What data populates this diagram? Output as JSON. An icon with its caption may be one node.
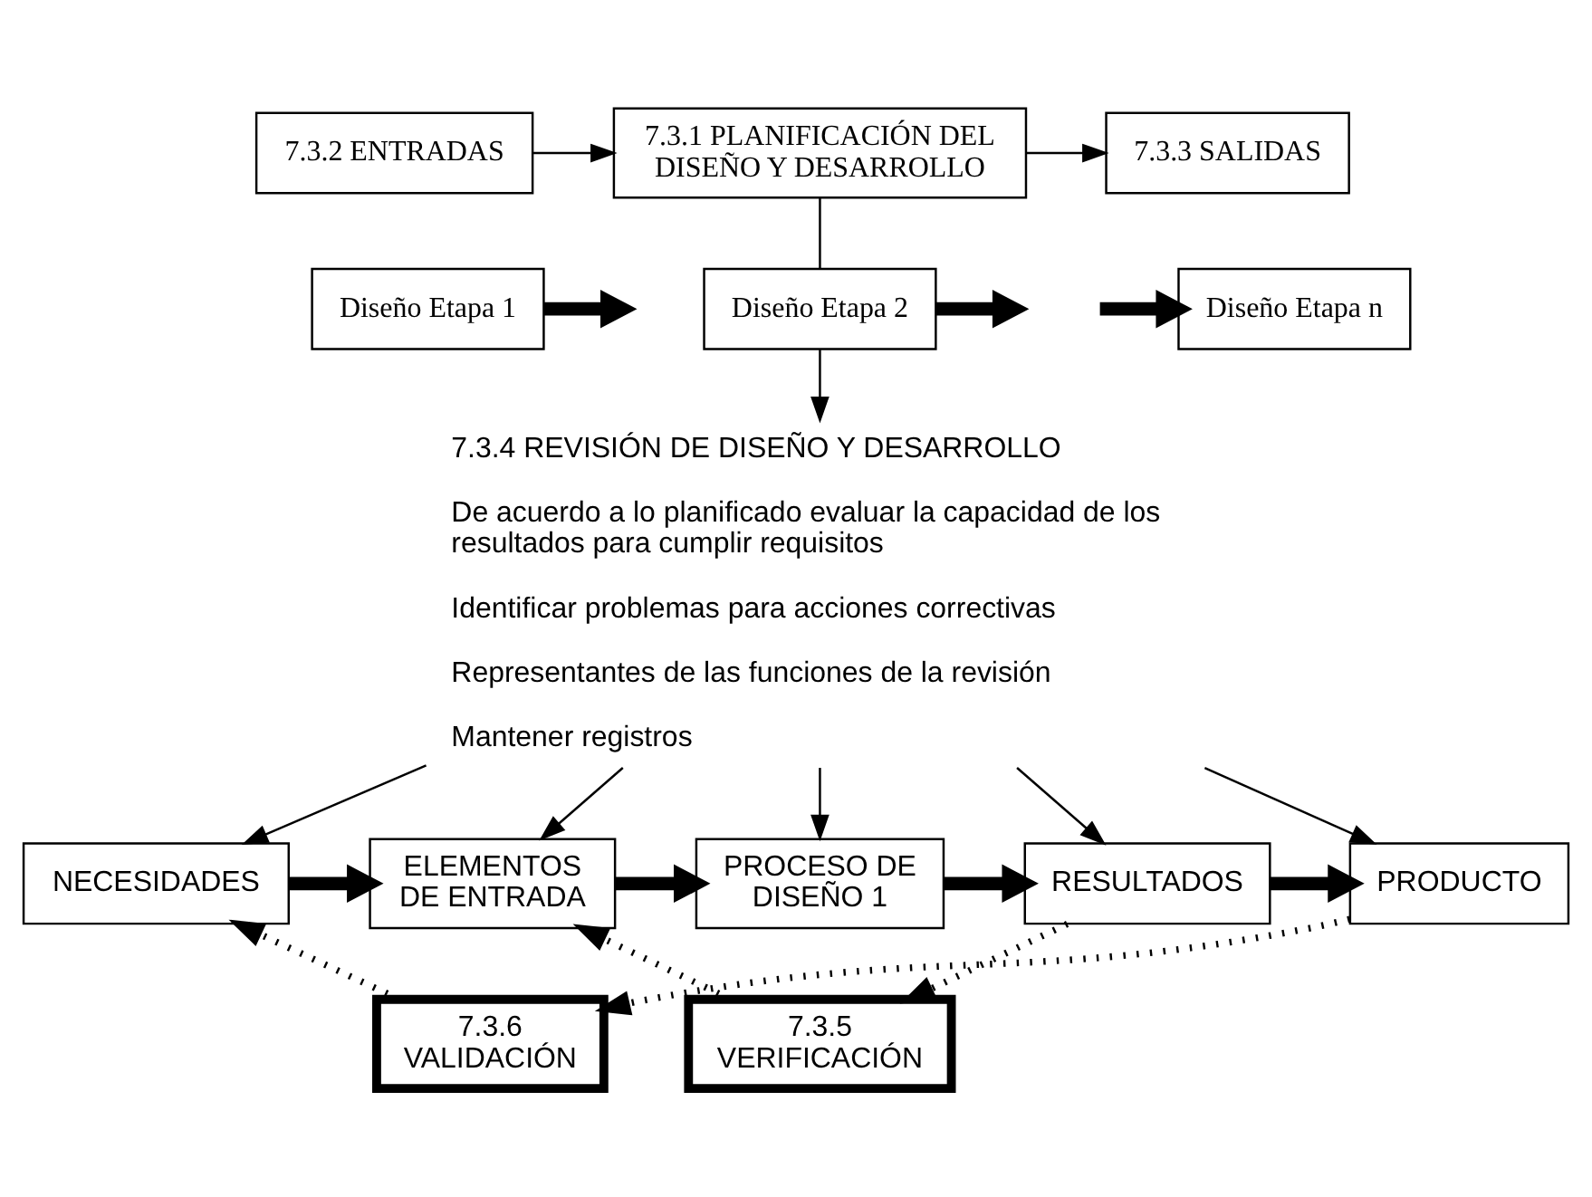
{
  "diagram": {
    "nodes": [
      {
        "text": [
          "7.3.2 ENTRADAS"
        ]
      },
      {
        "text": [
          "7.3.1 PLANIFICACIÓN DEL DISEÑO Y DESARROLLO"
        ]
      },
      {
        "text": [
          "7.3.3 SALIDAS"
        ]
      },
      {
        "text": [
          "Diseño Etapa 1"
        ]
      },
      {
        "text": [
          "Diseño Etapa 2"
        ]
      },
      {
        "text": [
          "Diseño Etapa n"
        ]
      },
      {
        "text": [
          "7.3.4 REVISIÓN DE DISEÑO Y DESARROLLO",
          "De acuerdo a lo planificado evaluar la capacidad de los resultados para cumplir requisitos",
          "Identificar problemas para acciones correctivas",
          "Representantes de las funciones de la revisión",
          "Mantener registros"
        ]
      },
      {
        "text": [
          "NECESIDADES"
        ]
      },
      {
        "text": [
          "ELEMENTOS DE ENTRADA"
        ]
      },
      {
        "text": [
          "PROCESO DE DISEÑO 1"
        ]
      },
      {
        "text": [
          "RESULTADOS"
        ]
      },
      {
        "text": [
          "PRODUCTO"
        ]
      },
      {
        "text": [
          "7.3.5 VERIFICACIÓN"
        ]
      },
      {
        "text": [
          "7.3.6 VALIDACIÓN"
        ]
      }
    ],
    "edges": [
      {
        "from": 0,
        "to": 1,
        "arrow": "to"
      },
      {
        "from": 1,
        "to": 2,
        "arrow": "to"
      },
      {
        "from": 1,
        "to": 4,
        "arrow": "none"
      },
      {
        "from": 3,
        "to": null,
        "arrow": "to",
        "style": "thick"
      },
      {
        "from": 4,
        "to": null,
        "arrow": "to",
        "style": "thick"
      },
      {
        "from": null,
        "to": 5,
        "arrow": "to",
        "style": "thick"
      },
      {
        "from": 4,
        "to": 6,
        "arrow": "to"
      },
      {
        "from": 6,
        "to": 7,
        "arrow": "to"
      },
      {
        "from": 6,
        "to": 8,
        "arrow": "to"
      },
      {
        "from": 6,
        "to": 9,
        "arrow": "to"
      },
      {
        "from": 6,
        "to": 10,
        "arrow": "to"
      },
      {
        "from": 6,
        "to": 11,
        "arrow": "to"
      },
      {
        "from": 7,
        "to": 8,
        "arrow": "to",
        "style": "thick"
      },
      {
        "from": 8,
        "to": 9,
        "arrow": "to",
        "style": "thick"
      },
      {
        "from": 9,
        "to": 10,
        "arrow": "to",
        "style": "thick"
      },
      {
        "from": 10,
        "to": 11,
        "arrow": "to",
        "style": "thick"
      },
      {
        "from": 10,
        "to": 12,
        "arrow": "to",
        "style": "dashed"
      },
      {
        "from": 12,
        "to": 8,
        "arrow": "to",
        "style": "dashed"
      },
      {
        "from": 11,
        "to": 13,
        "arrow": "to",
        "style": "dashed"
      },
      {
        "from": 13,
        "to": 7,
        "arrow": "to",
        "style": "dashed"
      }
    ]
  }
}
